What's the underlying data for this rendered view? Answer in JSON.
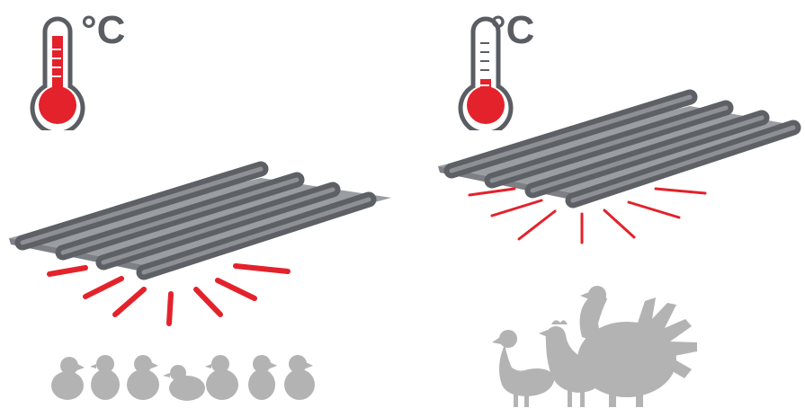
{
  "unit_label": "°C",
  "colors": {
    "red": "#e3222b",
    "gray_dark": "#5a5e63",
    "tube": "#6f7378",
    "silhouette": "#b3b3b3"
  },
  "panels": [
    {
      "thermometer_level": 0.8,
      "heat_intensity": "high",
      "animals": [
        "chick",
        "chick",
        "chick",
        "chick",
        "chick",
        "chick",
        "chick"
      ],
      "animals_icon": "chicks-icon"
    },
    {
      "thermometer_level": 0.3,
      "heat_intensity": "low",
      "animals": [
        "duck",
        "chicken",
        "turkey"
      ],
      "animals_icon": "poultry-icon"
    }
  ]
}
